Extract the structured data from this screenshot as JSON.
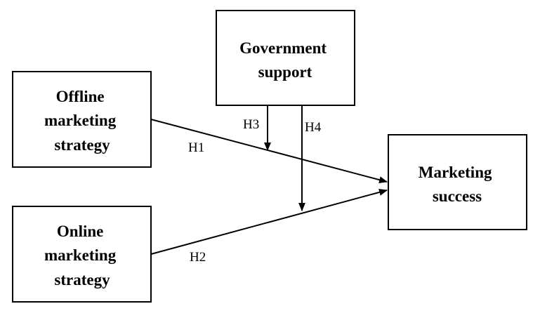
{
  "nodes": {
    "offline": {
      "lines": [
        "Offline",
        "marketing",
        "strategy"
      ]
    },
    "online": {
      "lines": [
        "Online",
        "marketing",
        "strategy"
      ]
    },
    "government": {
      "lines": [
        "Government",
        "support"
      ]
    },
    "success": {
      "lines": [
        "Marketing",
        "success"
      ]
    }
  },
  "edges": {
    "h1": {
      "label": "H1"
    },
    "h2": {
      "label": "H2"
    },
    "h3": {
      "label": "H3"
    },
    "h4": {
      "label": "H4"
    }
  }
}
